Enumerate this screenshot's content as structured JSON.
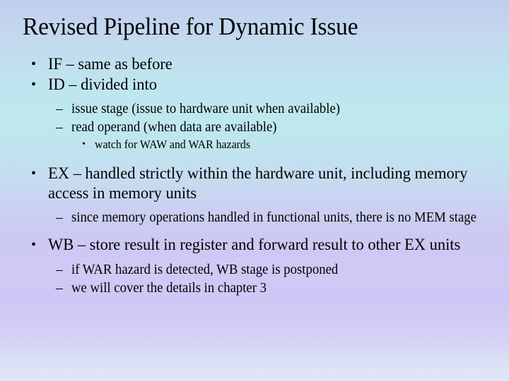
{
  "slide": {
    "title": "Revised Pipeline for Dynamic Issue",
    "background": {
      "top_color": "#c2cdec",
      "mid_color": "#bfe8ee",
      "accent_color": "#cec8f6",
      "bottom_color": "#e0e7f6"
    },
    "text_color": "#000000",
    "bullets": {
      "level1_glyph": "•",
      "level2_glyph": "–",
      "level3_glyph": "•"
    },
    "content": [
      {
        "level": 1,
        "text": "IF – same as before"
      },
      {
        "level": 1,
        "text": "ID – divided into"
      },
      {
        "level": 2,
        "text": "issue stage (issue to hardware unit when available)"
      },
      {
        "level": 2,
        "text": "read operand (when data are available)"
      },
      {
        "level": 3,
        "text": "watch for WAW and WAR hazards"
      },
      {
        "level": 1,
        "text": "EX – handled strictly within the hardware unit, including memory access in memory units"
      },
      {
        "level": 2,
        "text": "since memory operations handled in functional units, there is no MEM stage"
      },
      {
        "level": 1,
        "text": "WB – store result in register and forward result to other EX units"
      },
      {
        "level": 2,
        "text": "if WAR hazard is detected, WB stage is postponed"
      },
      {
        "level": 2,
        "text": "we will cover the details in chapter 3"
      }
    ]
  }
}
